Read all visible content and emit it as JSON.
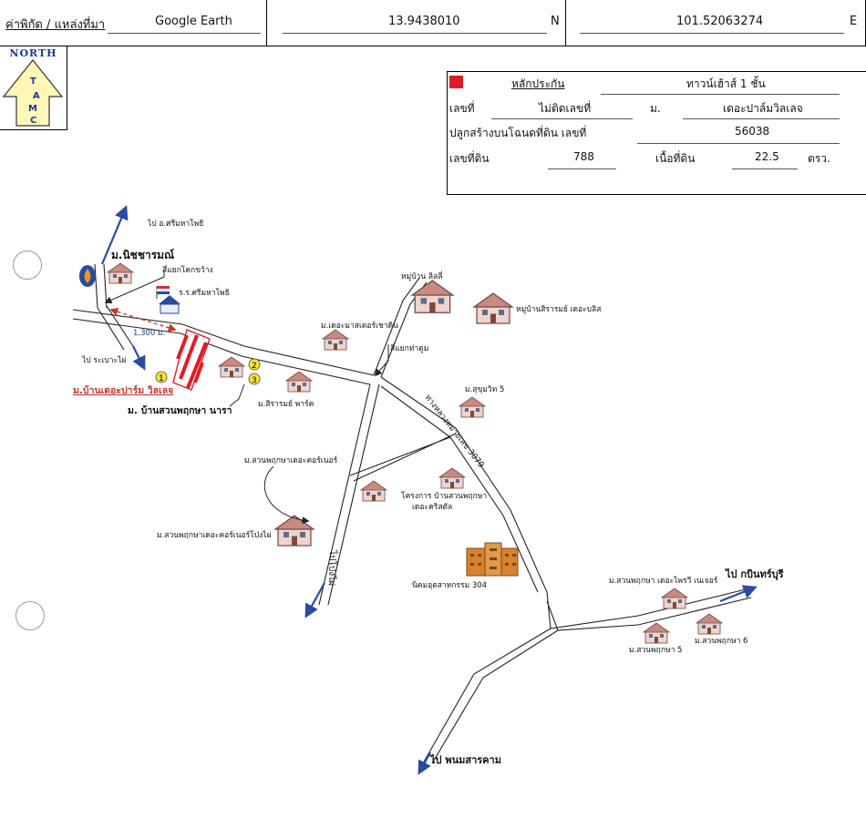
{
  "header": {
    "source_label": "ค่าพิกัด / แหล่งที่มา",
    "source_value": "Google Earth",
    "lat_value": "13.9438010",
    "lat_dir": "N",
    "lon_value": "101.52063274",
    "lon_dir": "E"
  },
  "north_logo": {
    "title": "NORTH",
    "letters": [
      "T",
      "A",
      "M",
      "C"
    ]
  },
  "legend": {
    "collateral_label": "หลักประกัน",
    "collateral_type": "ทาวน์เฮ้าส์ 1 ชั้น",
    "house_no_label": "เลขที่",
    "house_no_value": "ไม่ติดเลขที่",
    "village_label": "ม.",
    "village_value": "เดอะปาล์มวิลเลจ",
    "deed_label": "ปลูกสร้างบนโฉนดที่ดิน เลขที่",
    "deed_value": "56038",
    "land_no_label": "เลขที่ดิน",
    "land_no_value": "788",
    "area_label": "เนื้อที่ดิน",
    "area_value": "22.5",
    "area_unit": "ตรว.",
    "collateral_color": "#e11b22"
  },
  "map": {
    "labels": {
      "to_srimahaphot_district": "ไป อ.ศรีมหาโพธิ",
      "nitcharom": "ม.นิชชารมณ์",
      "junction_khokchang": "สี่แยกโคกขว้าง",
      "school": "ร.ร.ศรีมหาโพธิ",
      "distance": "1,300 ม.",
      "to_rabao_tai": "ไป ระเบาะไผ่",
      "palm_village": "ม.บ้านเดอะปาร์ม วิลเลจ",
      "suan_phruksa_nara": "ม. บ้านสวนพฤกษา นารา",
      "sirarom_park": "ม.สิรารมย์ พาร์ค",
      "the_master": "ม.เดอะมาสเตอร์เชาดิน",
      "junction_thatum": "สี่แยกท่าตูม",
      "lilly": "หมู่บ้าน ลิลลี่",
      "sirarom_bliss": "หมู่บ้านสิรารมย์ เดอะบลิส",
      "sukhumvit5": "ม.สุขุมวิท 5",
      "highway": "ทางหลวงหมายเลข 3079",
      "corner_pointer": "ม.สวนพฤกษาเดอะคอร์เนอร์",
      "corner_bangphai": "ม.สวนพฤกษาเดอะคอร์เนอร์โป่งไผ่",
      "crystal1": "โครงการ บ้านสวนพฤกษา",
      "crystal2": "เดอะคริสตัล",
      "to_rabao_tai_road": "ไปโป่งไผ่",
      "industrial": "นิคมอุตสาหกรรม 304",
      "the_privy": "ม.สวนพฤกษา เดอะไพรวี เนเจอร์",
      "to_prachinburi": "ไป กบินทร์บุรี",
      "suan_phruksa5": "ม.สวนพฤกษา 5",
      "suan_phruksa6": "ม.สวนพฤกษา 6",
      "to_phanom_sarakham": "ไป พนมสารคาม",
      "marker1": "1",
      "marker2": "2",
      "marker3": "3"
    }
  }
}
